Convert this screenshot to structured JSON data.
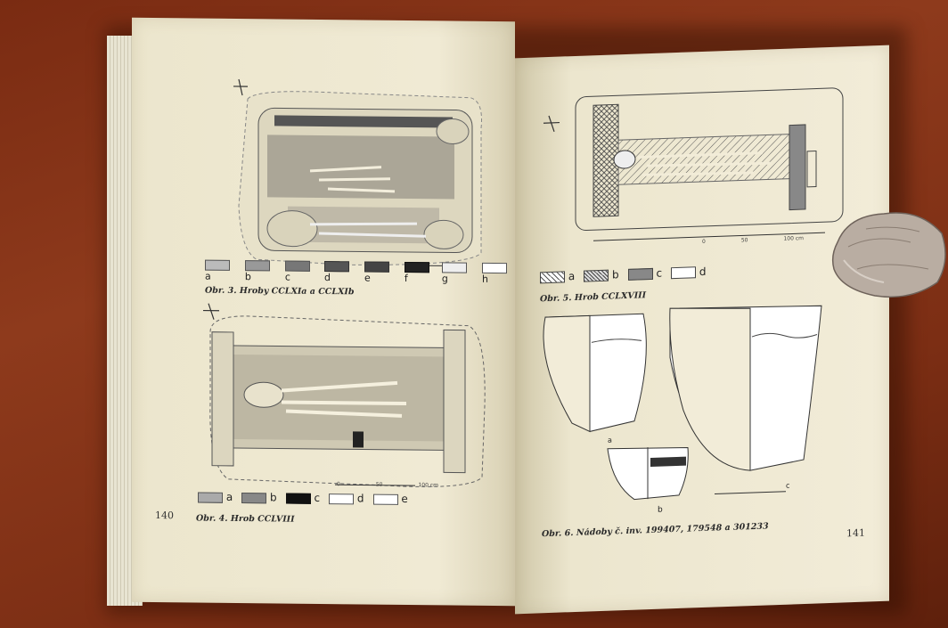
{
  "left_page": {
    "fig3_legend": [
      "a",
      "b",
      "c",
      "d",
      "e",
      "f",
      "g",
      "h"
    ],
    "fig3_caption": "Obr. 3. Hroby CCLXIa a CCLXIb",
    "fig4_legend": [
      "a",
      "b",
      "c",
      "d",
      "e"
    ],
    "fig4_caption": "Obr. 4. Hrob CCLVIII",
    "fig4_scale": [
      "0",
      "50",
      "100 cm"
    ],
    "page_number": "140"
  },
  "right_page": {
    "fig5_legend": [
      "a",
      "b",
      "c",
      "d"
    ],
    "fig5_caption": "Obr. 5. Hrob CCLXVIII",
    "fig5_scale": [
      "0",
      "50",
      "100 cm"
    ],
    "fig6_labels": [
      "a",
      "b",
      "c"
    ],
    "fig6_caption": "Obr. 6. Nádoby č. inv. 199407, 179548 a 301233",
    "page_number": "141"
  }
}
